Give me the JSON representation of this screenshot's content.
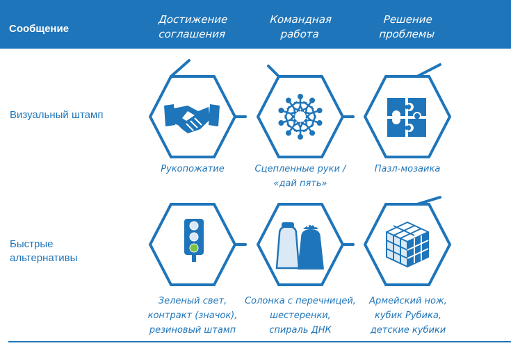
{
  "header": {
    "message_label": "Сообщение",
    "columns": [
      {
        "line1": "Достижение",
        "line2": "соглашения"
      },
      {
        "line1": "Командная",
        "line2": "работа"
      },
      {
        "line1": "Решение",
        "line2": "проблемы"
      }
    ]
  },
  "rows": [
    {
      "label": "Визуальный штамп",
      "items": [
        {
          "icon": "handshake-icon",
          "caption": [
            "Рукопожатие"
          ]
        },
        {
          "icon": "linked-hands-icon",
          "caption": [
            "Сцепленные руки /",
            "«дай пять»"
          ]
        },
        {
          "icon": "puzzle-icon",
          "caption": [
            "Пазл-мозаика"
          ]
        }
      ]
    },
    {
      "label_lines": [
        "Быстрые",
        "альтернативы"
      ],
      "items": [
        {
          "icon": "traffic-light-icon",
          "caption": [
            "Зеленый свет,",
            "контракт (значок),",
            "резиновый штамп"
          ]
        },
        {
          "icon": "salt-pepper-shakers-icon",
          "caption": [
            "Солонка с перечницей,",
            "шестеренки,",
            "спираль ДНК"
          ]
        },
        {
          "icon": "rubiks-cube-icon",
          "caption": [
            "Армейский нож,",
            "кубик Рубика,",
            "детские кубики"
          ]
        }
      ]
    }
  ],
  "colors": {
    "accent": "#1f75b9",
    "light_fill": "#dbe9f6",
    "green_light": "#7cc142"
  }
}
